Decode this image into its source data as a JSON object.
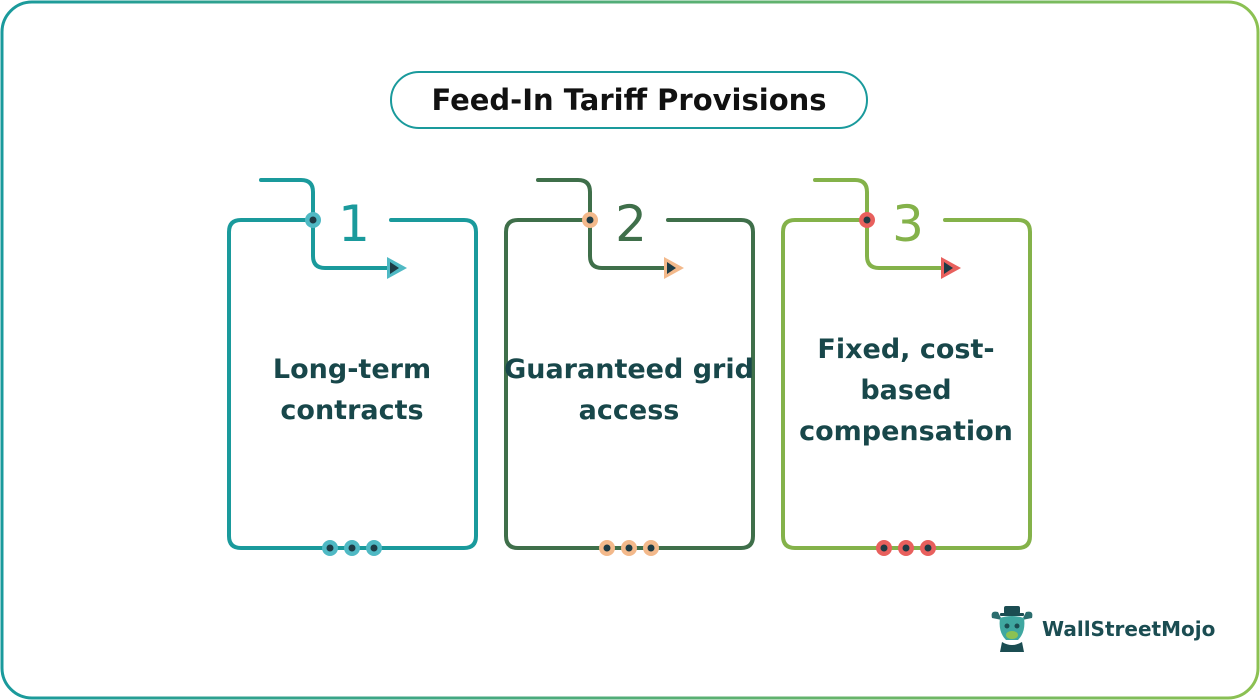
{
  "title": "Feed-In Tariff Provisions",
  "cards": [
    {
      "number": "1",
      "text": "Long-term contracts",
      "line_color": "#1a9a9c",
      "accent_color": "#4fb9c4",
      "dot_color": "#1d3b45"
    },
    {
      "number": "2",
      "text": "Guaranteed grid access",
      "line_color": "#3f6f4a",
      "accent_color": "#f3b98b",
      "dot_color": "#1d3b45"
    },
    {
      "number": "3",
      "text": "Fixed, cost-based compensation",
      "line_color": "#84b24a",
      "accent_color": "#e8605d",
      "dot_color": "#1d3b45"
    }
  ],
  "brand": {
    "name": "WallStreetMojo",
    "icon": "bull-mascot-icon"
  },
  "colors": {
    "frame_gradient_start": "#1a9a9c",
    "frame_gradient_end": "#8cc152",
    "text_dark": "#18474a"
  }
}
